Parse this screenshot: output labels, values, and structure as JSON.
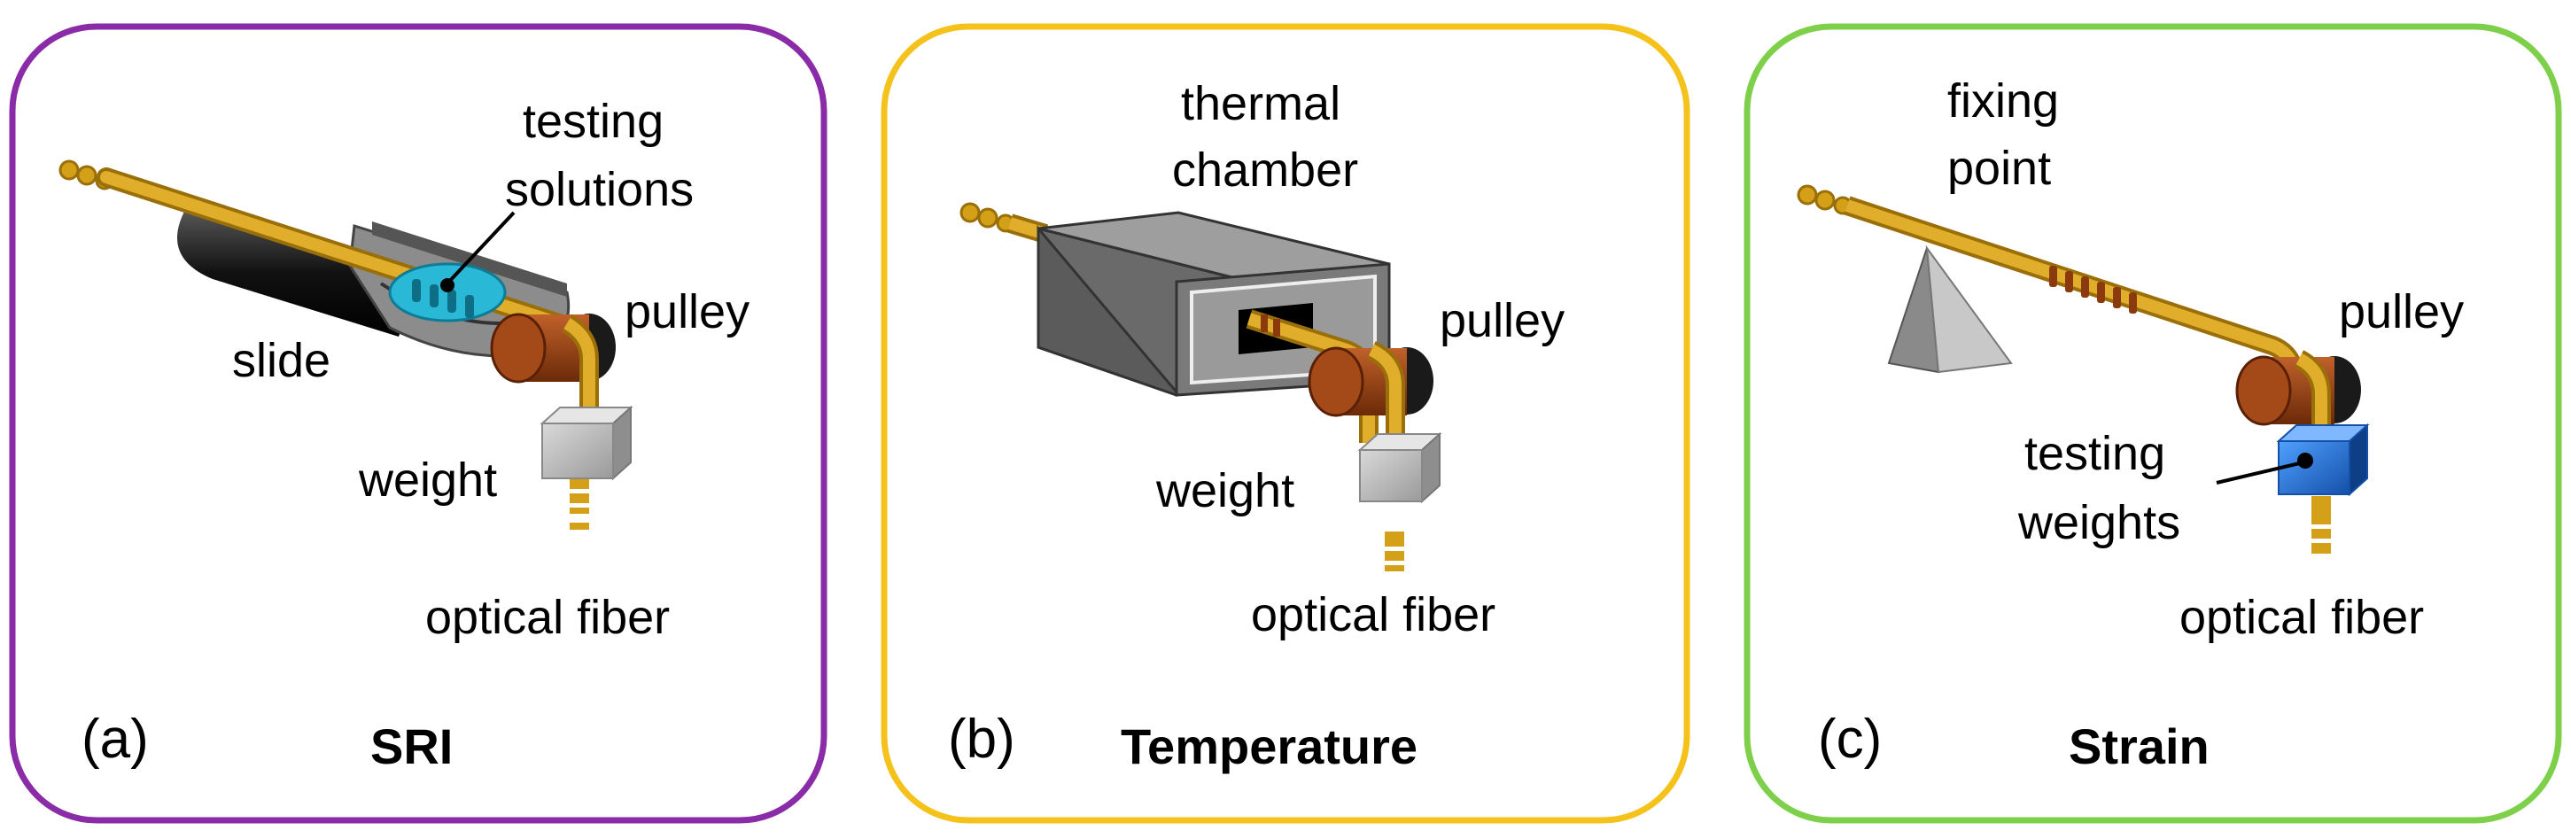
{
  "panels": [
    {
      "index": "(a)",
      "title": "SRI",
      "border_color": "#8A2BA8",
      "labels": {
        "testing_solutions_1": "testing",
        "testing_solutions_2": "solutions",
        "slide": "slide",
        "pulley": "pulley",
        "weight": "weight",
        "optical_fiber": "optical fiber"
      }
    },
    {
      "index": "(b)",
      "title": "Temperature",
      "border_color": "#F5C21B",
      "labels": {
        "thermal_chamber_1": "thermal",
        "thermal_chamber_2": "chamber",
        "pulley": "pulley",
        "weight": "weight",
        "optical_fiber": "optical fiber"
      }
    },
    {
      "index": "(c)",
      "title": "Strain",
      "border_color": "#7ED04B",
      "labels": {
        "fixing_point_1": "fixing",
        "fixing_point_2": "point",
        "pulley": "pulley",
        "testing_weights_1": "testing",
        "testing_weights_2": "weights",
        "optical_fiber": "optical fiber"
      }
    }
  ],
  "colors": {
    "fiber": "#D4A017",
    "fiber_dark": "#9A6F0A",
    "pulley": "#8B3A0E",
    "weight_gray": "#B8B8B8",
    "testing_weight_blue": "#1E6FD9",
    "chamber_gray": "#6E6E6E",
    "solution_cyan": "#29B8D6"
  }
}
